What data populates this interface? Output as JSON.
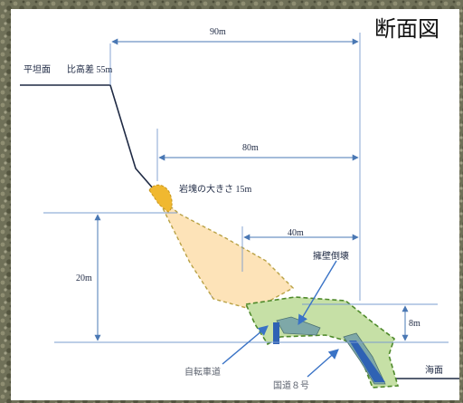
{
  "title": "断面図",
  "labels": {
    "plateau": "平坦面",
    "height_diff": "比高差 55m",
    "rock": "岩塊の大きさ 15m",
    "wall": "擁壁倒壊",
    "bike_road": "自転車道",
    "route": "国道８号",
    "sea": "海面"
  },
  "dimensions": {
    "d90": "90m",
    "d80": "80m",
    "d40": "40m",
    "d20": "20m",
    "d8": "8m"
  },
  "colors": {
    "photo_bg": "#7d7d62",
    "line": "#1f2a44",
    "dim": "#4a78b4",
    "rock": "#f0b830",
    "debris_light": "#fde3b8",
    "debris_green": "#c6e0a6",
    "debris_green_stroke": "#4f8a2b",
    "road_blue": "#2f62b4",
    "wall_block": "#7ea8a8",
    "arrow": "#3a73c6"
  }
}
